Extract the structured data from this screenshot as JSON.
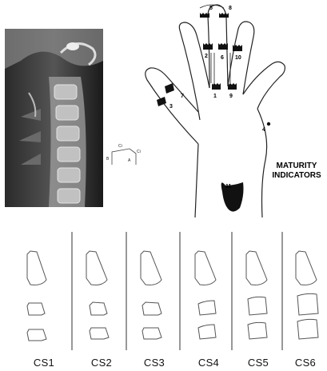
{
  "hand": {
    "title_line1": "MATURITY",
    "title_line2": "INDICATORS",
    "markers": [
      "5",
      "8",
      "2",
      "6",
      "10",
      "1",
      "9",
      "7",
      "3",
      "4",
      "11"
    ]
  },
  "xray": {
    "lines": [
      "Ci",
      "B",
      "Ci",
      "A"
    ]
  },
  "stages": [
    "CS1",
    "CS2",
    "CS3",
    "CS4",
    "CS5",
    "CS6"
  ]
}
